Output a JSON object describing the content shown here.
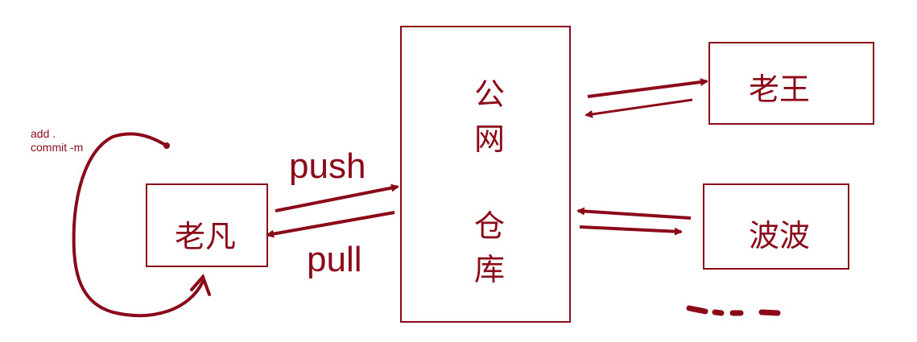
{
  "nodes": {
    "local_user": "老凡",
    "repo_chars": [
      "公",
      "网",
      "仓",
      "库"
    ],
    "user_wang": "老王",
    "user_bobo": "波波"
  },
  "edges": {
    "push": "push",
    "pull": "pull"
  },
  "notes": {
    "line1": "add .",
    "line2": "commit -m"
  },
  "colors": {
    "ink": "#8b0a1a"
  }
}
